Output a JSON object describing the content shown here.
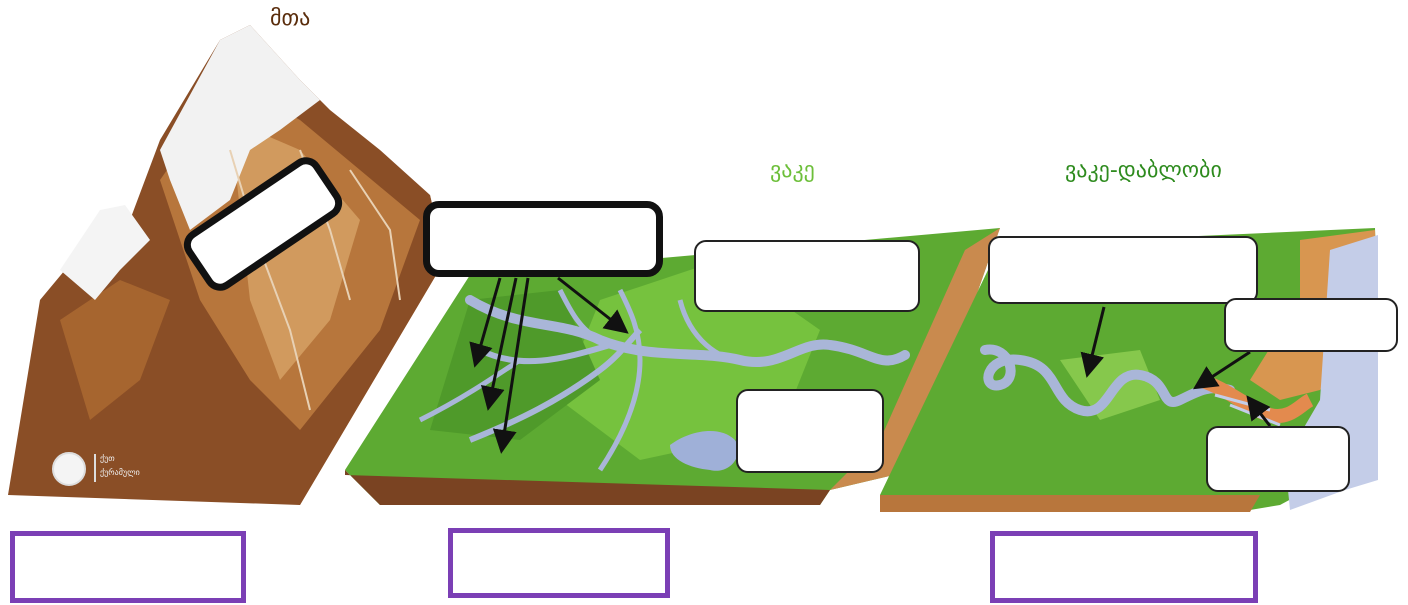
{
  "titles": {
    "mountain": "მთა",
    "plain": "ვაკე",
    "lowland": "ვაკე-დაბლობი"
  },
  "colors": {
    "mountain_title": "#5a2d0c",
    "plain_title": "#6dbf3a",
    "lowland_title": "#2e8b1e",
    "answer_box_border": "#7b3fb5",
    "river": "#a9b6d8",
    "grass": "#5daa32",
    "soil": "#a86a36"
  },
  "logo": {
    "icon": "emblem-icon",
    "text_line1": "ქუთ",
    "text_line2": "ქურამული"
  }
}
